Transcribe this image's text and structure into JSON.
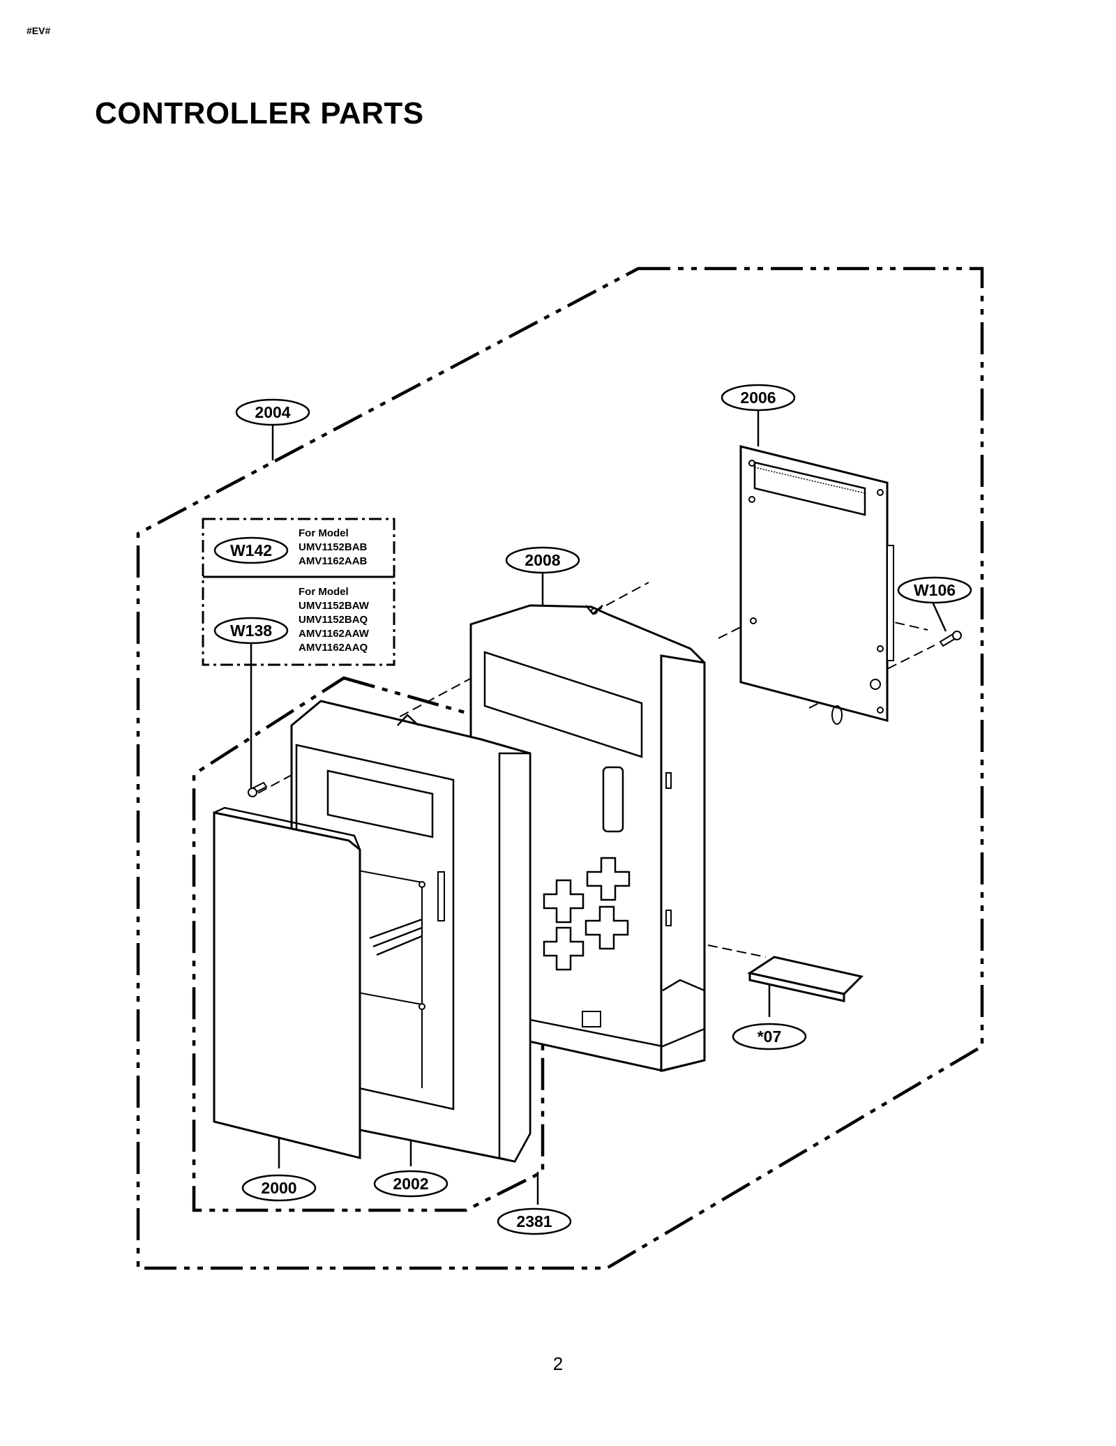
{
  "header": {
    "doc_code": "#EV#",
    "title": "CONTROLLER PARTS"
  },
  "footer": {
    "page_number": "2"
  },
  "callouts": {
    "c2004": "2004",
    "c2006": "2006",
    "c2008": "2008",
    "cW106": "W106",
    "cW142": "W142",
    "cW138": "W138",
    "c07": "*07",
    "c2000": "2000",
    "c2002": "2002",
    "c2381": "2381"
  },
  "model_notes": {
    "w142": {
      "heading": "For Model",
      "models": [
        "UMV1152BAB",
        "AMV1162AAB"
      ]
    },
    "w138": {
      "heading": "For Model",
      "models": [
        "UMV1152BAW",
        "UMV1152BAQ",
        "AMV1162AAW",
        "AMV1162AAQ"
      ]
    }
  }
}
